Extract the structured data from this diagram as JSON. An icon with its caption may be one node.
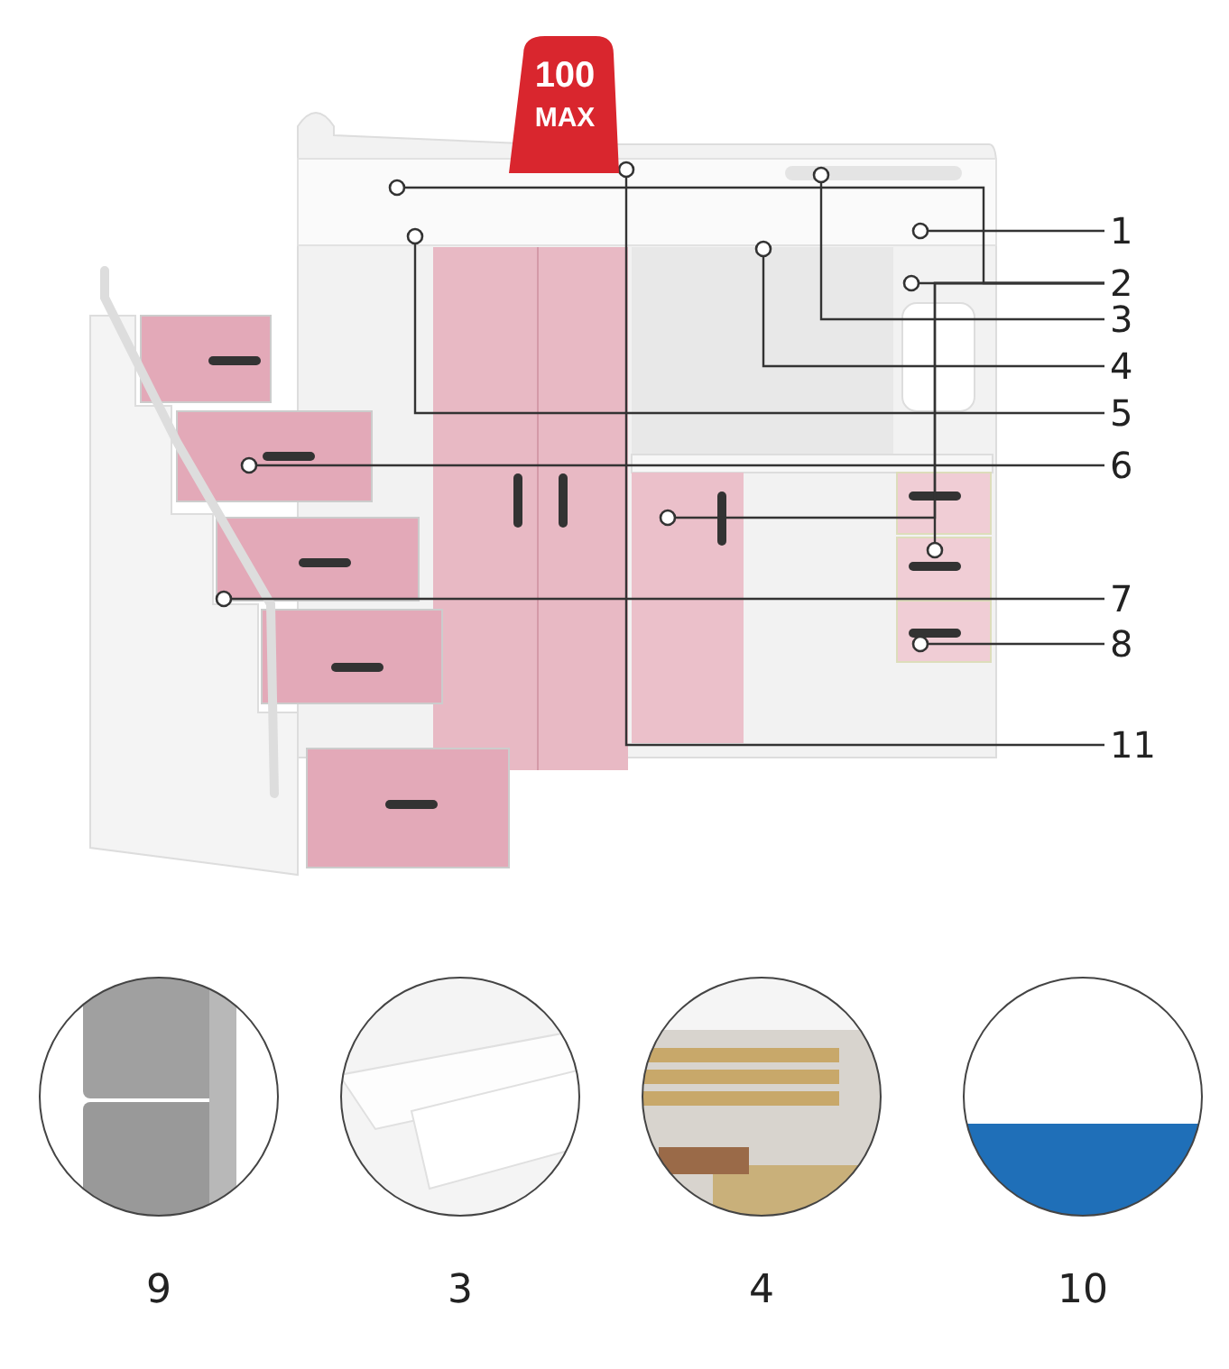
{
  "diagram": {
    "nodes": [
      {
        "text": [
          "1"
        ]
      },
      {
        "text": [
          "2"
        ]
      },
      {
        "text": [
          "3"
        ]
      },
      {
        "text": [
          "4"
        ]
      },
      {
        "text": [
          "5"
        ]
      },
      {
        "text": [
          "6"
        ]
      },
      {
        "text": [
          "7"
        ]
      },
      {
        "text": [
          "8"
        ]
      },
      {
        "text": [
          "11"
        ]
      },
      {
        "text": [],
        "shape": "picture",
        "beside": [
          "9"
        ]
      },
      {
        "text": [],
        "shape": "picture",
        "beside": [
          "3"
        ]
      },
      {
        "text": [],
        "shape": "picture",
        "beside": [
          "4"
        ]
      },
      {
        "text": [],
        "shape": "picture",
        "beside": [
          "10"
        ]
      },
      {
        "text": [
          "100",
          "MAX"
        ]
      }
    ],
    "edges": [
      {
        "from": 0,
        "to": null,
        "arrow": "other"
      },
      {
        "from": 1,
        "to": null,
        "arrow": "other"
      },
      {
        "from": 1,
        "to": null,
        "arrow": "other"
      },
      {
        "from": 1,
        "to": null,
        "arrow": "other"
      },
      {
        "from": 1,
        "to": null,
        "arrow": "other"
      },
      {
        "from": 2,
        "to": null,
        "arrow": "other"
      },
      {
        "from": 3,
        "to": null,
        "arrow": "other"
      },
      {
        "from": 4,
        "to": null,
        "arrow": "other"
      },
      {
        "from": 5,
        "to": null,
        "arrow": "other"
      },
      {
        "from": 6,
        "to": null,
        "arrow": "other"
      },
      {
        "from": 7,
        "to": null,
        "arrow": "other"
      },
      {
        "from": 8,
        "to": 13,
        "arrow": "other"
      }
    ]
  }
}
